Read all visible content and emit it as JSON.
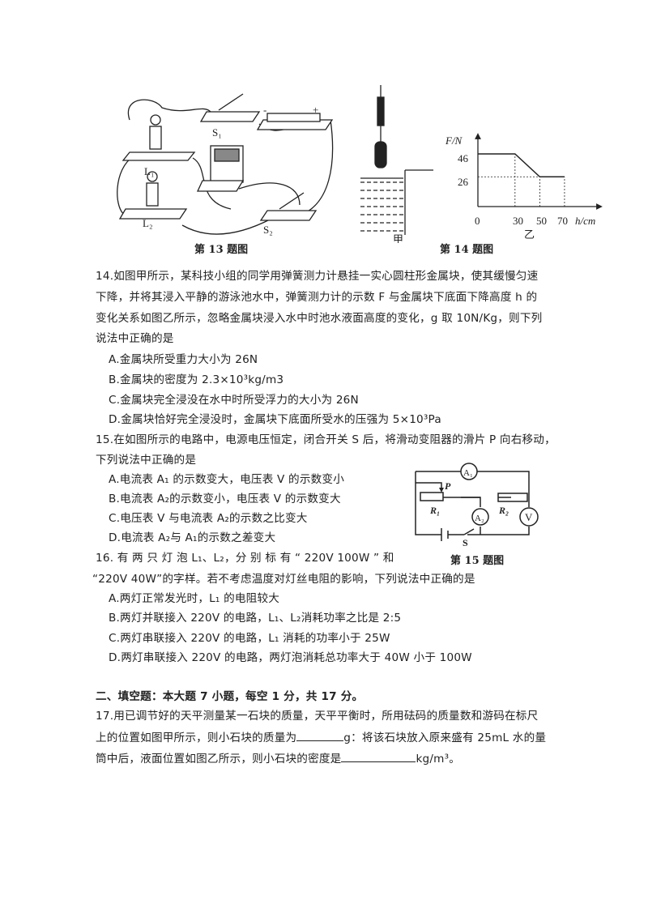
{
  "figures": {
    "fig13": {
      "caption": "第 13 题图",
      "labels": {
        "L1": "L₁",
        "L2": "L₂",
        "S1": "S₁",
        "S2": "S₂",
        "minus": "-",
        "plus": "+"
      }
    },
    "fig14": {
      "caption": "第 14 题图",
      "jia": "甲",
      "yi": "乙",
      "ylabel": "F/N",
      "xlabel": "h/cm",
      "yticks": [
        "46",
        "26"
      ],
      "xticks": [
        "0",
        "30",
        "50",
        "70"
      ]
    },
    "fig15": {
      "caption": "第 15 题图",
      "labels": {
        "A1": "A₁",
        "A2": "A₂",
        "V": "V",
        "P": "P",
        "R1": "R₁",
        "R2": "R₂",
        "S": "S"
      }
    }
  },
  "chart_data": {
    "type": "line",
    "xlabel": "h/cm",
    "ylabel": "F/N",
    "x": [
      0,
      30,
      50,
      70
    ],
    "y": [
      46,
      46,
      26,
      26
    ]
  },
  "q14": {
    "lines": [
      "14.如图甲所示，某科技小组的同学用弹簧测力计悬挂一实心圆柱形金属块，使其缓慢匀速",
      "下降，并将其浸入平静的游泳池水中，弹簧测力计的示数 F 与金属块下底面下降高度 h 的",
      "变化关系如图乙所示，忽略金属块浸入水中时池水液面高度的变化，g 取 10N/Kg，则下列",
      "说法中正确的是"
    ],
    "options": [
      "A.金属块所受重力大小为 26N",
      "B.金属块的密度为 2.3×10³kg/m3",
      "C.金属块完全浸没在水中时所受浮力的大小为 26N",
      "D.金属块恰好完全浸没时，金属块下底面所受水的压强为 5×10³Pa"
    ]
  },
  "q15": {
    "lines": [
      "15.在如图所示的电路中，电源电压恒定，闭合开关 S 后，将滑动变阻器的滑片 P 向右移动，",
      "下列说法中正确的是"
    ],
    "options": [
      "A.电流表 A₁ 的示数变大，电压表 V 的示数变小",
      "B.电流表 A₂的示数变小，电压表 V 的示数变大",
      "C.电压表 V 与电流表 A₂的示数之比变大",
      "D.电流表 A₂与 A₁的示数之差变大"
    ]
  },
  "q16": {
    "lines": [
      "16. 有 两 只 灯 泡 L₁、L₂，分 别 标 有 “ 220V    100W ” 和",
      "“220V   40W”的字样。若不考虑温度对灯丝电阻的影响，下列说法中正确的是"
    ],
    "options": [
      "A.两灯正常发光时，L₁ 的电阻较大",
      "B.两灯并联接入 220V 的电路，L₁、L₂消耗功率之比是 2:5",
      "C.两灯串联接入 220V 的电路，L₁ 消耗的功率小于 25W",
      "D.两灯串联接入 220V 的电路，两灯泡消耗总功率大于 40W 小于 100W"
    ]
  },
  "section2": {
    "heading": "二、填空题：本大题 7 小题，每空 1 分，共 17 分。"
  },
  "q17": {
    "line1": "17.用已调节好的天平测量某一石块的质量，天平平衡时，所用砝码的质量数和游码在标尺",
    "line2a": "上的位置如图甲所示，则小石块的质量为",
    "line2b": "g：将该石块放入原来盛有 25mL 水的量",
    "line3a": "筒中后，液面位置如图乙所示，则小石块的密度是",
    "line3b": "kg/m³。"
  }
}
